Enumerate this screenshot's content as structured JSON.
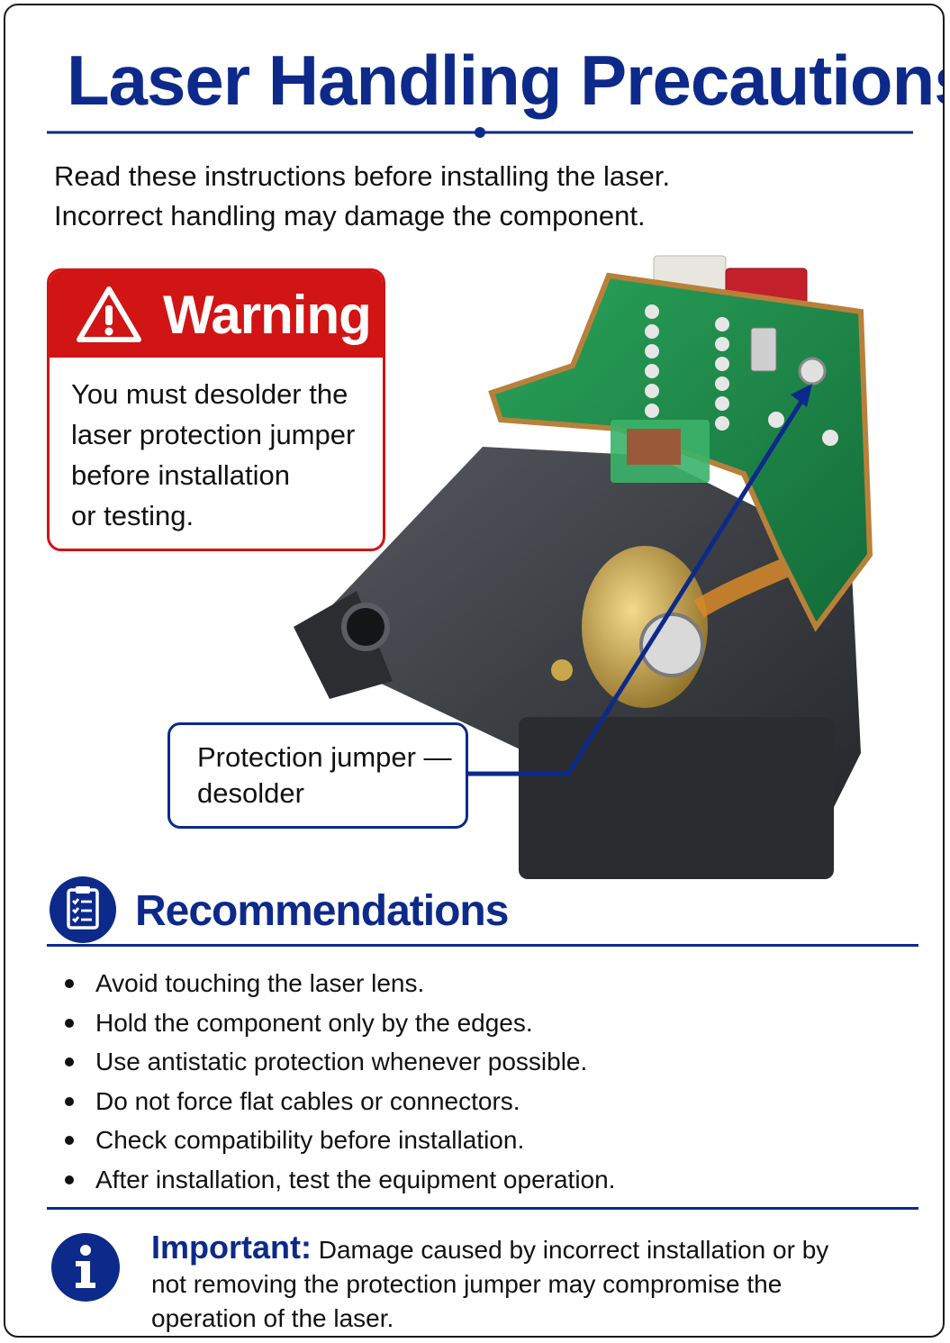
{
  "title": "Laser Handling Precautions",
  "intro": {
    "line1": "Read these instructions before installing the laser.",
    "line2": "Incorrect handling may damage the component."
  },
  "warning": {
    "title": "Warning",
    "lines": [
      "You must desolder the",
      "laser protection jumper",
      "before installation",
      "or testing."
    ]
  },
  "callout": {
    "lines": [
      "Protection jumper —",
      "desolder"
    ]
  },
  "recommendations": {
    "title": "Recommendations",
    "items": [
      "Avoid touching the laser lens.",
      "Hold the component only by the edges.",
      "Use antistatic protection whenever possible.",
      "Do not force flat cables or connectors.",
      "Check compatibility before installation.",
      "After installation, test the equipment operation."
    ]
  },
  "important": {
    "label": "Important:",
    "line1": "Damage caused by incorrect installation or by",
    "line2": "not removing the protection jumper may compromise the",
    "line3": "operation of the laser."
  },
  "colors": {
    "navy": "#0d2a8a",
    "warning_red": "#d11414",
    "pcb_green": "#1f8a4a",
    "housing_gray": "#3a3d42"
  },
  "icons": {
    "warning": "warning-triangle-icon",
    "recommendations": "clipboard-checklist-icon",
    "important": "info-icon"
  }
}
